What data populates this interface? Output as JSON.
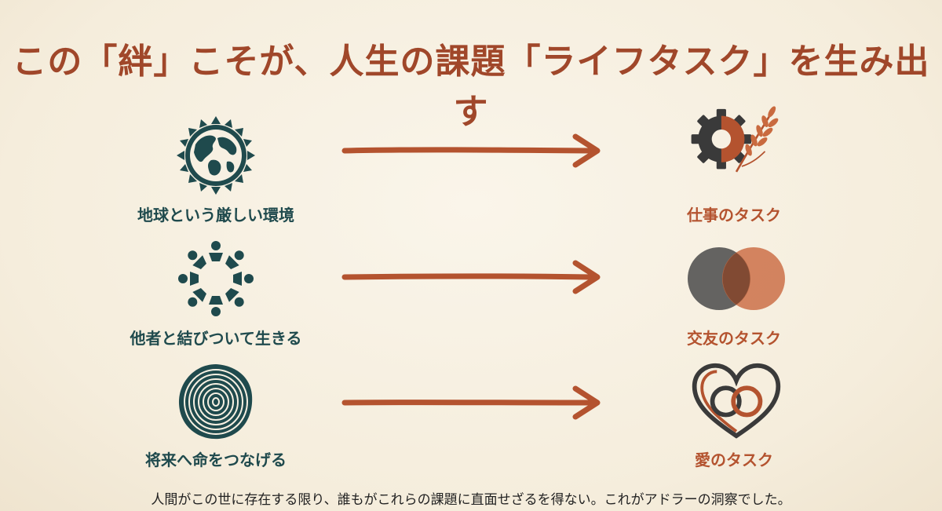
{
  "slide": {
    "title": "この「絆」こそが、人生の課題「ライフタスク」を生み出す",
    "footer": "人間がこの世に存在する限り、誰もがこれらの課題に直面せざるを得ない。これがアドラーの洞察でした。"
  },
  "rows": [
    {
      "left_label": "地球という厳しい環境",
      "left_icon": "globe-sun-icon",
      "right_label": "仕事のタスク",
      "right_icon": "gear-wheat-icon"
    },
    {
      "left_label": "他者と結びついて生きる",
      "left_icon": "people-circle-icon",
      "right_label": "交友のタスク",
      "right_icon": "overlapping-circles-icon"
    },
    {
      "left_label": "将来へ命をつなげる",
      "left_icon": "tree-rings-icon",
      "right_label": "愛のタスク",
      "right_icon": "interlocked-heart-icon"
    }
  ],
  "colors": {
    "teal": "#1f4a4d",
    "rust": "#b4532f",
    "title": "#a0472a",
    "background": "#f7f0e2"
  }
}
